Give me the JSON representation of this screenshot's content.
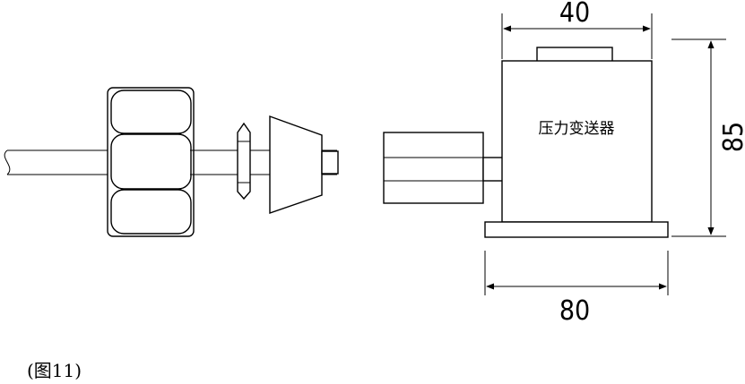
{
  "diagram": {
    "transmitter_label": "压力变送器",
    "dim_width_top": "40",
    "dim_width_bottom": "80",
    "dim_height": "85",
    "caption": "(图11)"
  }
}
